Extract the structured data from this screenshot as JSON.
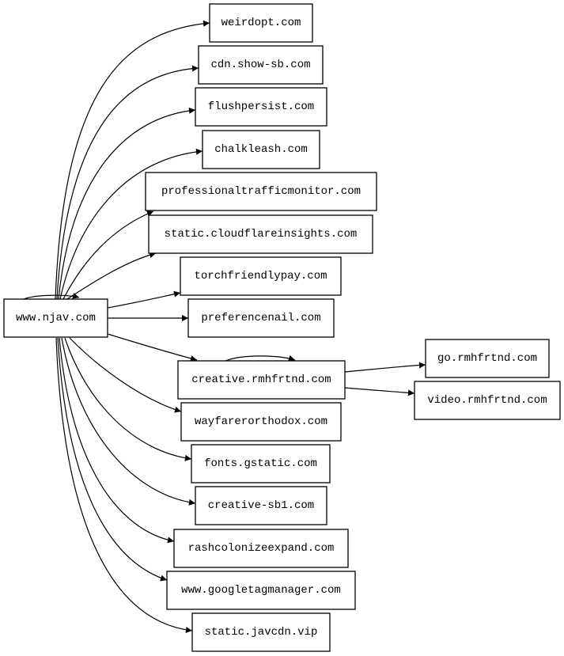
{
  "graph": {
    "root": "www.njav.com",
    "nodes": {
      "root": "www.njav.com",
      "n1": "weirdopt.com",
      "n2": "cdn.show-sb.com",
      "n3": "flushpersist.com",
      "n4": "chalkleash.com",
      "n5": "professionaltrafficmonitor.com",
      "n6": "static.cloudflareinsights.com",
      "n7": "torchfriendlypay.com",
      "n8": "preferencenail.com",
      "n9": "creative.rmhfrtnd.com",
      "n10": "wayfarerorthodox.com",
      "n11": "fonts.gstatic.com",
      "n12": "creative-sb1.com",
      "n13": "rashcolonizeexpand.com",
      "n14": "www.googletagmanager.com",
      "n15": "static.javcdn.vip",
      "n16": "go.rmhfrtnd.com",
      "n17": "video.rmhfrtnd.com"
    },
    "edges": [
      [
        "www.njav.com",
        "www.njav.com"
      ],
      [
        "www.njav.com",
        "weirdopt.com"
      ],
      [
        "www.njav.com",
        "cdn.show-sb.com"
      ],
      [
        "www.njav.com",
        "flushpersist.com"
      ],
      [
        "www.njav.com",
        "chalkleash.com"
      ],
      [
        "www.njav.com",
        "professionaltrafficmonitor.com"
      ],
      [
        "www.njav.com",
        "static.cloudflareinsights.com"
      ],
      [
        "www.njav.com",
        "torchfriendlypay.com"
      ],
      [
        "www.njav.com",
        "preferencenail.com"
      ],
      [
        "www.njav.com",
        "creative.rmhfrtnd.com"
      ],
      [
        "www.njav.com",
        "wayfarerorthodox.com"
      ],
      [
        "www.njav.com",
        "fonts.gstatic.com"
      ],
      [
        "www.njav.com",
        "creative-sb1.com"
      ],
      [
        "www.njav.com",
        "rashcolonizeexpand.com"
      ],
      [
        "www.njav.com",
        "www.googletagmanager.com"
      ],
      [
        "www.njav.com",
        "static.javcdn.vip"
      ],
      [
        "creative.rmhfrtnd.com",
        "creative.rmhfrtnd.com"
      ],
      [
        "creative.rmhfrtnd.com",
        "go.rmhfrtnd.com"
      ],
      [
        "creative.rmhfrtnd.com",
        "video.rmhfrtnd.com"
      ]
    ]
  },
  "colors": {
    "stroke": "#000000",
    "background": "#ffffff"
  }
}
